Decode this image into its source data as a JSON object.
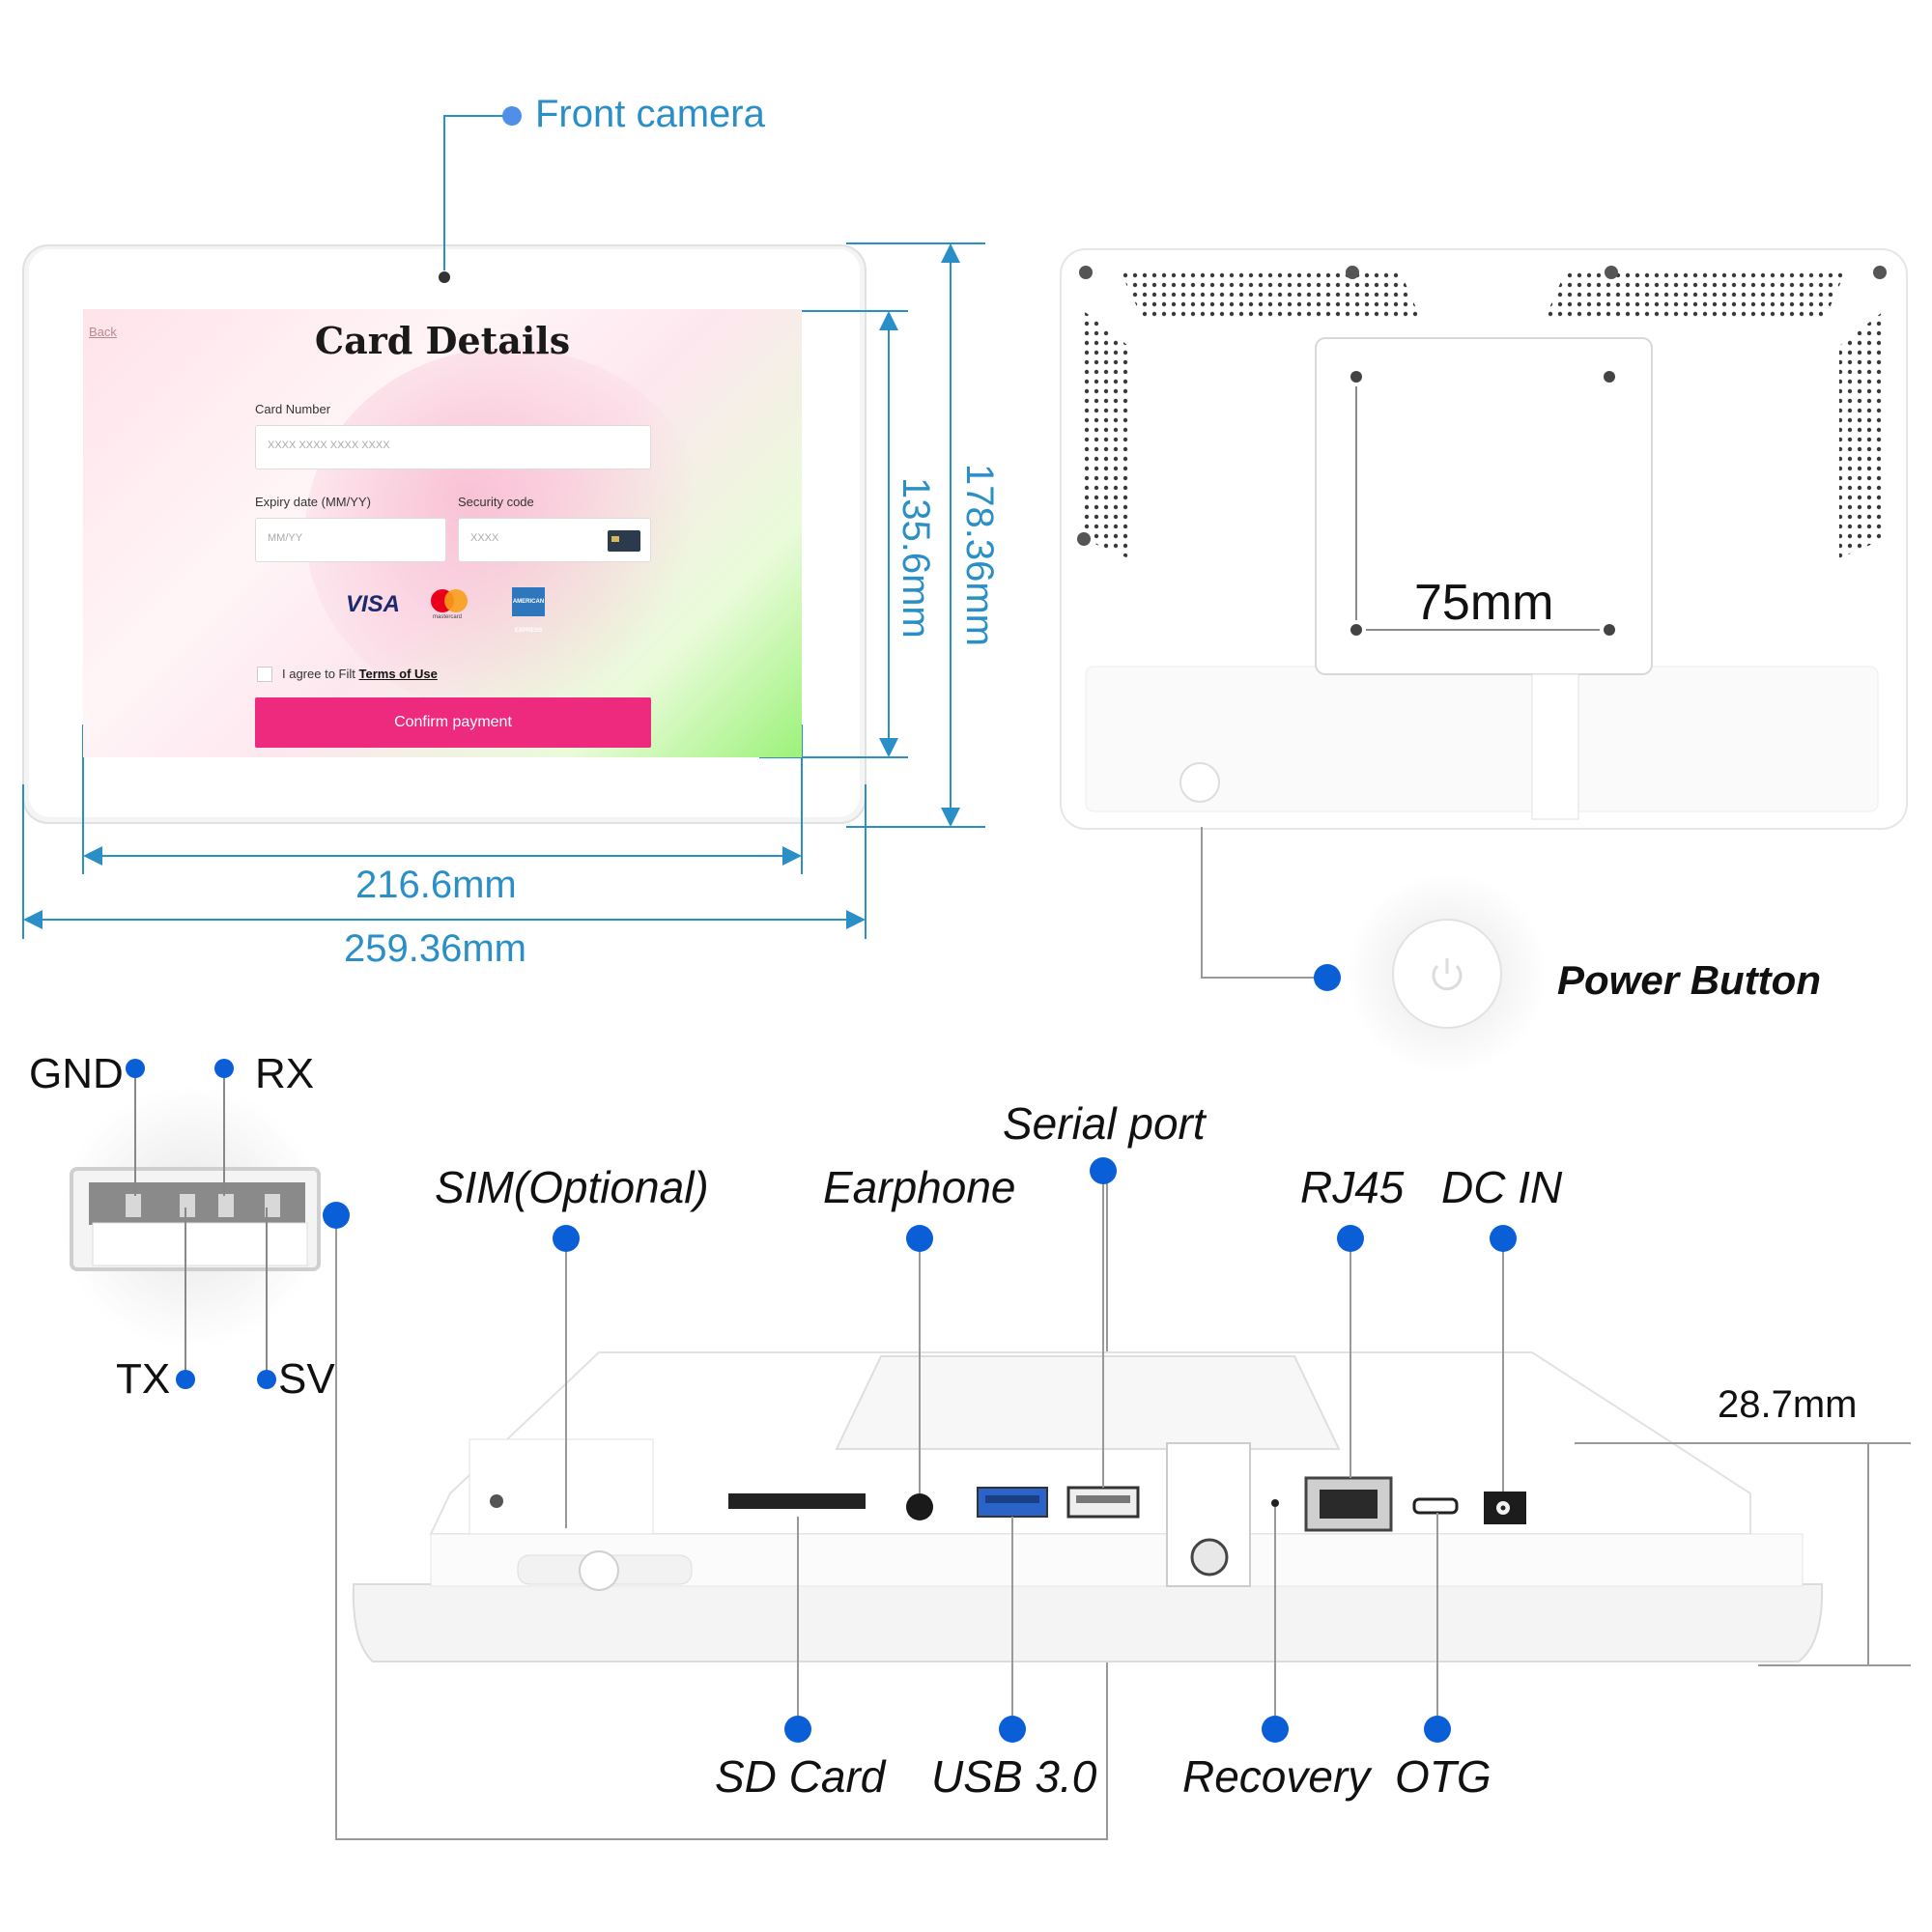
{
  "front_view": {
    "front_camera_label": "Front camera",
    "height_outer_label": "178.36mm",
    "height_inner_label": "135.6mm",
    "width_inner_label": "216.6mm",
    "width_outer_label": "259.36mm",
    "screen": {
      "back_label": "Back",
      "title": "Card Details",
      "card_number_label": "Card Number",
      "card_number_placeholder": "XXXX XXXX XXXX XXXX",
      "expiry_label": "Expiry date (MM/YY)",
      "expiry_placeholder": "MM/YY",
      "security_label": "Security code",
      "security_placeholder": "XXXX",
      "visa": "VISA",
      "mastercard": "mastercard",
      "amex": "AMERICAN EXPRESS",
      "agree_prefix": "I agree to Filt",
      "agree_link": "Terms of Use",
      "confirm_button": "Confirm payment"
    }
  },
  "back_view": {
    "vesa_label": "75mm",
    "power_button_label": "Power Button"
  },
  "serial_pinout": {
    "gnd": "GND",
    "rx": "RX",
    "tx": "TX",
    "sv": "SV"
  },
  "ports": {
    "sim": "SIM(Optional)",
    "earphone": "Earphone",
    "serial_port": "Serial port",
    "rj45": "RJ45",
    "dc_in": "DC IN",
    "sd_card": "SD Card",
    "usb3": "USB 3.0",
    "recovery": "Recovery",
    "otg": "OTG",
    "thickness": "28.7mm"
  },
  "colors": {
    "dimension_blue": "#2a8fc6",
    "callout_dot": "#0a5fd6",
    "confirm_pink": "#ed2a7d"
  }
}
